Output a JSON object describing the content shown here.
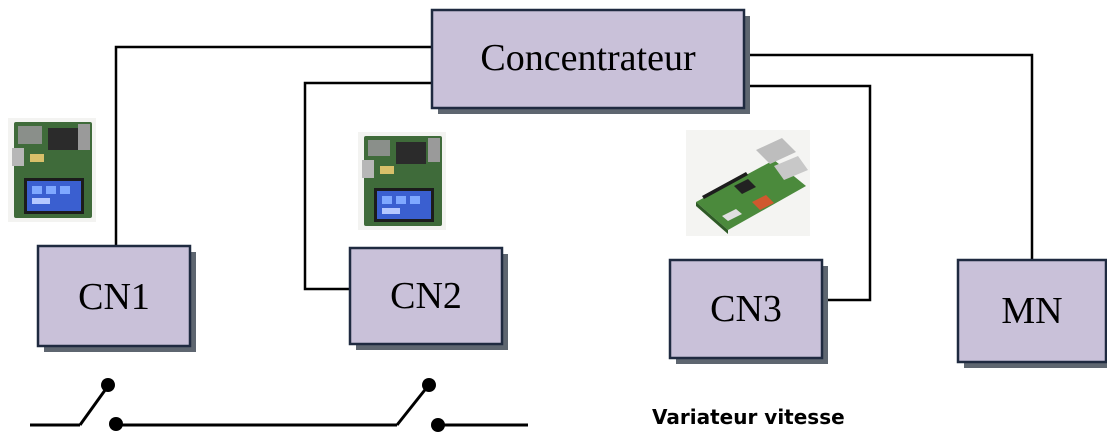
{
  "hub": {
    "label": "Concentrateur"
  },
  "nodes": {
    "cn1": {
      "label": "CN1"
    },
    "cn2": {
      "label": "CN2"
    },
    "cn3": {
      "label": "CN3"
    },
    "mn": {
      "label": "MN"
    }
  },
  "caption": "Variateur vitesse",
  "pictures": {
    "cn1_board": "dev-board-photo",
    "cn2_board": "dev-board-photo",
    "cn3_board": "raspberry-pi-photo"
  },
  "colors": {
    "box_fill": "#c9c1d9",
    "box_stroke": "#1f2a40",
    "box_shadow": "#5e6670",
    "pcb_green": "#3f6b3a",
    "lcd_blue": "#3a5fd0"
  }
}
